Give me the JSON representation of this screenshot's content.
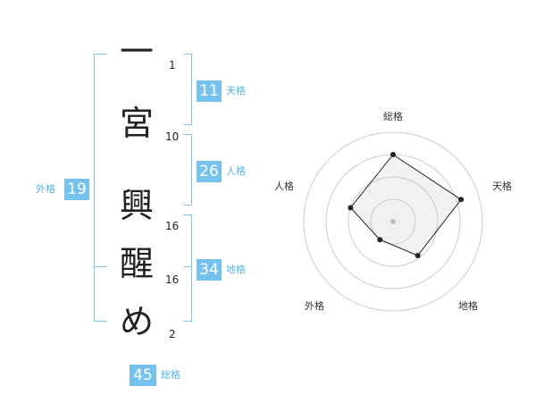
{
  "name_chars": [
    {
      "char": "一",
      "strokes": "1"
    },
    {
      "char": "宮",
      "strokes": "10"
    },
    {
      "char": "興",
      "strokes": "16"
    },
    {
      "char": "醒",
      "strokes": "16"
    },
    {
      "char": "め",
      "strokes": "2"
    }
  ],
  "kaku": {
    "tenkaku": {
      "value": "11",
      "label": "天格"
    },
    "jinkaku": {
      "value": "26",
      "label": "人格"
    },
    "chikaku": {
      "value": "34",
      "label": "地格"
    },
    "gaikaku": {
      "value": "19",
      "label": "外格"
    },
    "soukaku": {
      "value": "45",
      "label": "総格"
    }
  },
  "colors": {
    "accent": "#76c2ee",
    "bracket": "#7fc4f0",
    "label": "#56b4e9",
    "text": "#222222"
  },
  "chart_data": {
    "type": "radar",
    "axes": [
      "総格",
      "天格",
      "地格",
      "外格",
      "人格"
    ],
    "rings": 4,
    "values": [
      0.75,
      0.8,
      0.47,
      0.25,
      0.5
    ],
    "max": 1,
    "grid": true
  }
}
